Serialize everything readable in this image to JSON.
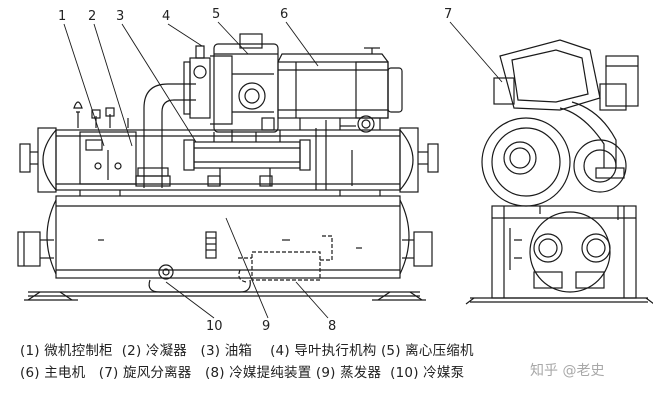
{
  "diagram": {
    "part_numbers": [
      "1",
      "2",
      "3",
      "4",
      "5",
      "6",
      "7",
      "8",
      "9",
      "10"
    ]
  },
  "legend": {
    "row1": "(1) 微机控制柜  (2) 冷凝器   (3) 油箱    (4) 导叶执行机构 (5) 离心压缩机",
    "row2": "(6) 主电机   (7) 旋风分离器   (8) 冷媒提纯装置 (9) 蒸发器  (10) 冷媒泵"
  },
  "watermark": "知乎 @老史",
  "colors": {
    "line": "#1a1a1a",
    "background": "#ffffff"
  }
}
